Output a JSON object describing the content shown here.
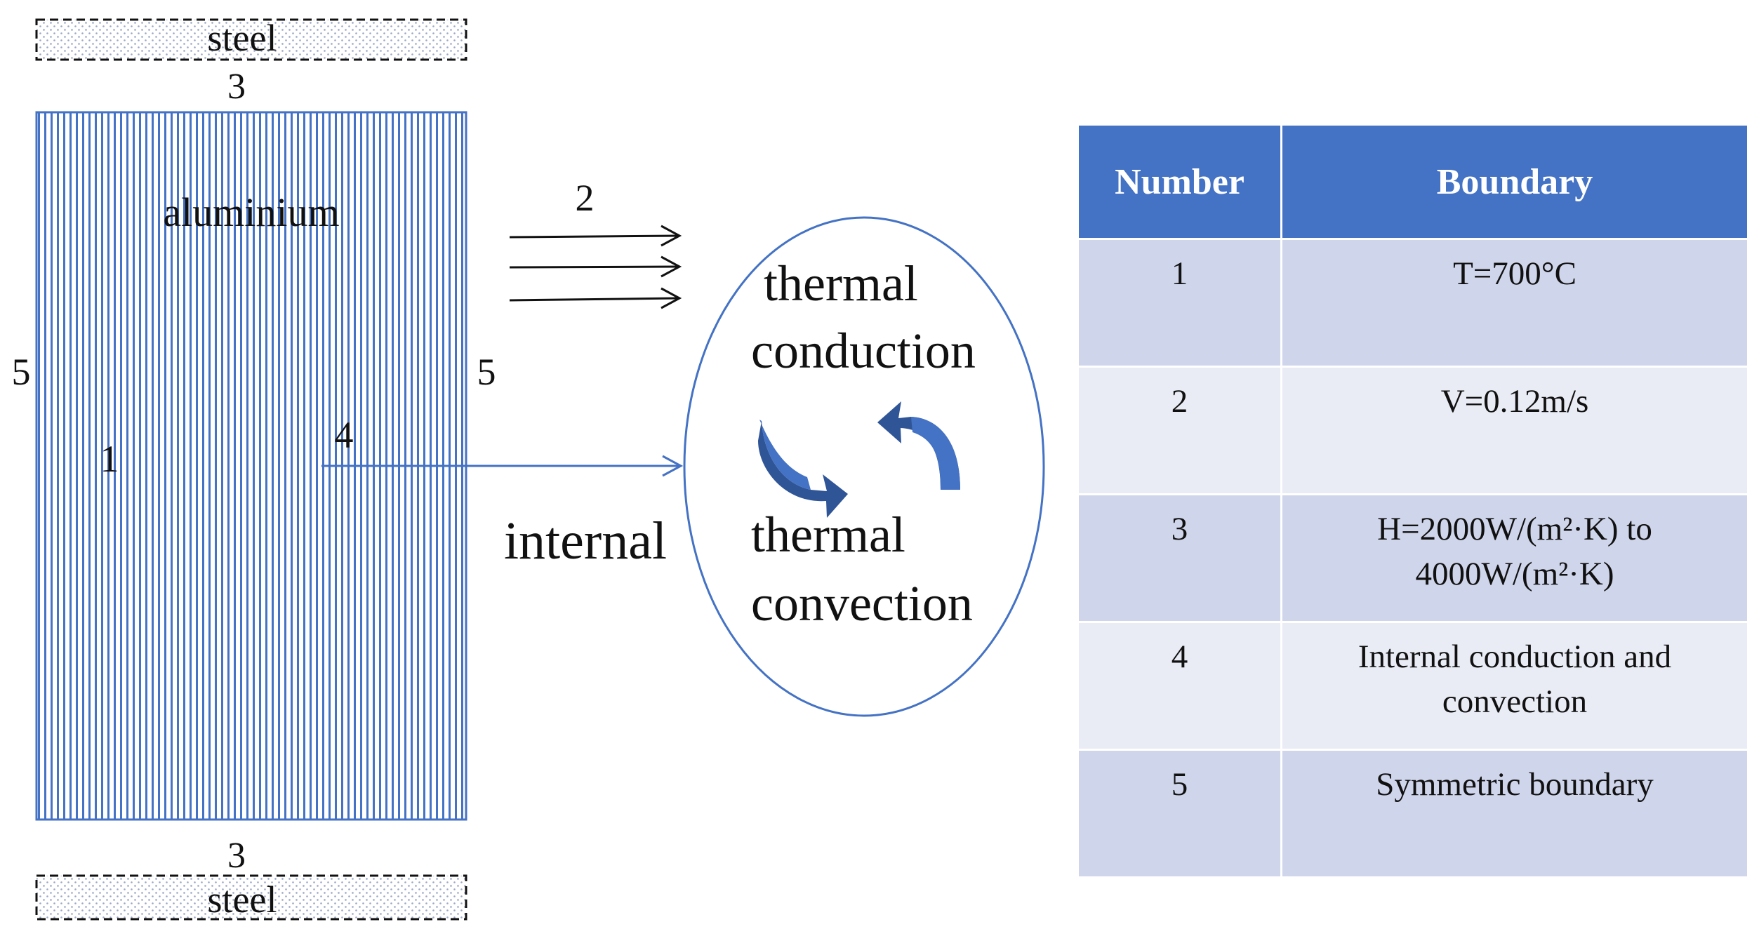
{
  "diagram": {
    "top_material": "steel",
    "bottom_material": "steel",
    "domain_material": "aluminium",
    "label_top": "3",
    "label_bottom": "3",
    "label_left": "5",
    "label_right": "5",
    "label_inlet": "1",
    "label_internal": "4",
    "label_outflow": "2",
    "internal_text": "internal",
    "ellipse": {
      "line1": "thermal",
      "line2": "conduction",
      "line3": "thermal",
      "line4": "convection"
    },
    "colors": {
      "domain_stripes": "#4472c4",
      "ellipse_stroke": "#4472c4",
      "cycle_arrow": "#2f5597"
    }
  },
  "table": {
    "headers": [
      "Number",
      "Boundary"
    ],
    "rows": [
      {
        "number": "1",
        "boundary": "T=700°C"
      },
      {
        "number": "2",
        "boundary": "V=0.12m/s"
      },
      {
        "number": "3",
        "boundary_line1": "H=2000W/(m²·K) to",
        "boundary_line2": "4000W/(m²·K)"
      },
      {
        "number": "4",
        "boundary_line1": "Internal conduction and",
        "boundary_line2": "convection"
      },
      {
        "number": "5",
        "boundary": "Symmetric boundary"
      }
    ],
    "colors": {
      "header": "#4472c4",
      "row_odd": "#cfd5ea",
      "row_even": "#e9ebf5"
    }
  }
}
